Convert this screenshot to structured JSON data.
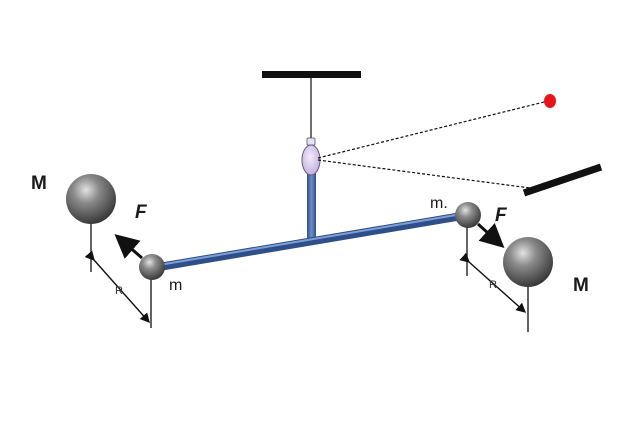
{
  "diagram": {
    "labels": {
      "mass_large_left": "M",
      "mass_large_right": "M",
      "mass_small_left": "m",
      "mass_small_right": "m.",
      "force_left": "F",
      "force_right": "F",
      "distance_left": "R",
      "distance_right": "R"
    },
    "colors": {
      "rod": "#3b5f9e",
      "rod_highlight": "#6f8fc8",
      "mirror": "#d9c8ef",
      "laser_dot": "#e8141b",
      "sphere_dark": "#3a3a3a",
      "sphere_light": "#cfcfcf",
      "lines": "#111111"
    }
  }
}
